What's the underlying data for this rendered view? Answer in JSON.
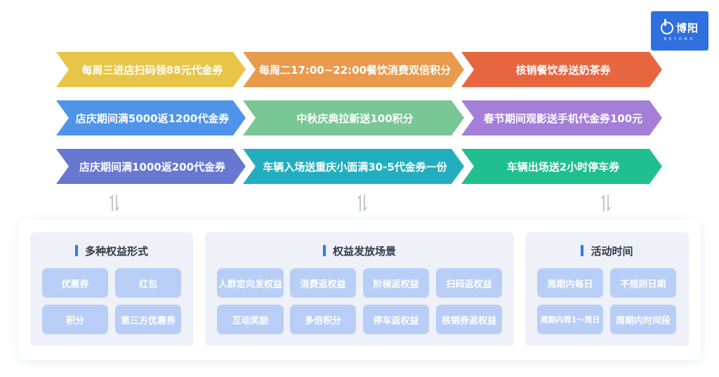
{
  "logo": {
    "name": "博阳",
    "sub": "BEYOND"
  },
  "rows": [
    [
      {
        "label": "每周三进店扫码领88元代金券",
        "color": "#e8c547"
      },
      {
        "label": "每周二17:00~22:00餐饮消费双倍积分",
        "color": "#e99a4d"
      },
      {
        "label": "核销餐饮券送奶茶券",
        "color": "#e8663f"
      }
    ],
    [
      {
        "label": "店庆期间满5000返1200代金券",
        "color": "#4f94e8"
      },
      {
        "label": "中秋庆典拉新送100积分",
        "color": "#79c795"
      },
      {
        "label": "春节期间观影送手机代金券100元",
        "color": "#a57ed9"
      }
    ],
    [
      {
        "label": "店庆期间满1000返200代金券",
        "color": "#6877d0"
      },
      {
        "label": "车辆入场送重庆小面满30-5代金券一份",
        "color": "#23aec0"
      },
      {
        "label": "车辆出场送2小时停车券",
        "color": "#1fbf8f"
      }
    ]
  ],
  "panels": [
    {
      "title": "多种权益形式",
      "chips": [
        "优惠券",
        "红包",
        "积分",
        "第三方优惠券"
      ]
    },
    {
      "title": "权益发放场景",
      "chips": [
        "人群定向发权益",
        "消费返权益",
        "阶梯返权益",
        "扫码返权益",
        "互动奖励",
        "多倍积分",
        "停车返权益",
        "核销券返权益"
      ]
    },
    {
      "title": "活动时间",
      "chips": [
        "周期内每日",
        "不规则日期",
        "周期内周1～周日",
        "周期内时间段"
      ]
    }
  ]
}
